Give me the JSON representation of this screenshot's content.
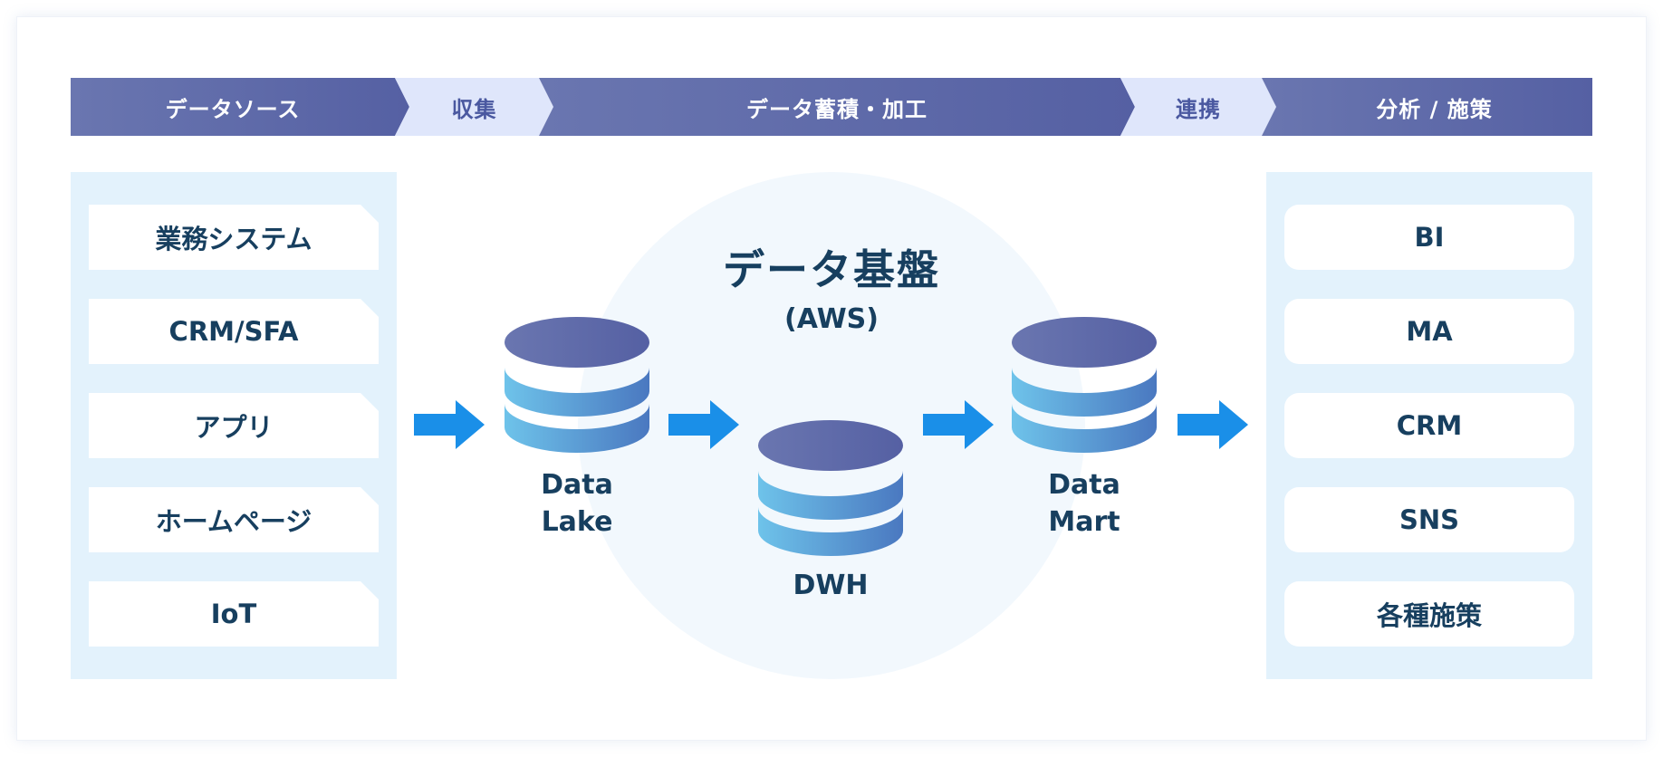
{
  "stages": [
    {
      "label": "データソース",
      "kind": "main"
    },
    {
      "label": "収集",
      "kind": "link"
    },
    {
      "label": "データ蓄積・加工",
      "kind": "main"
    },
    {
      "label": "連携",
      "kind": "link"
    },
    {
      "label": "分析 / 施策",
      "kind": "main"
    }
  ],
  "sources": {
    "items": [
      "業務システム",
      "CRM/SFA",
      "アプリ",
      "ホームページ",
      "IoT"
    ]
  },
  "platform": {
    "title": "データ基盤",
    "subtitle": "(AWS)",
    "stores": {
      "lake": {
        "line1": "Data",
        "line2": "Lake"
      },
      "dwh": {
        "label": "DWH"
      },
      "mart": {
        "line1": "Data",
        "line2": "Mart"
      }
    }
  },
  "uses": {
    "items": [
      "BI",
      "MA",
      "CRM",
      "SNS",
      "各種施策"
    ]
  },
  "colors": {
    "stage_main": "#5a66a6",
    "stage_link": "#dfe6fb",
    "panel_bg": "#e3f2fc",
    "text_dark": "#173f5f",
    "arrow": "#1a8fe8",
    "platform_circle": "#f2f8fd",
    "db_top": "#5a66a6",
    "db_body_light": "#6ec3ea",
    "db_body_dark": "#4a78c0"
  },
  "icons": {
    "flow_arrow": "right-arrow-icon",
    "database": "database-icon"
  }
}
